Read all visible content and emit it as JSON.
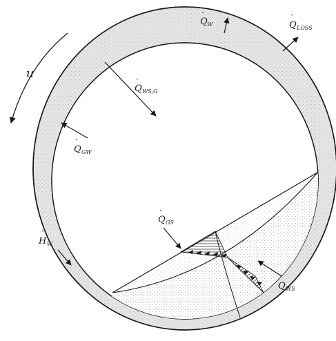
{
  "labels": {
    "u": "u",
    "q_w": {
      "main": "Q",
      "sub": "W"
    },
    "q_loss": {
      "main": "Q",
      "sub": "LOSS"
    },
    "q_ws_g": {
      "main": "Q",
      "sub": "WS,G"
    },
    "q_gw": {
      "main": "Q",
      "sub": "GW"
    },
    "q_gs": {
      "main": "Q",
      "sub": "GS"
    },
    "h_w": {
      "main": "H",
      "sub": "W"
    },
    "q_ws": {
      "main": "Q",
      "sub": "WS"
    }
  },
  "colors": {
    "shell_fill": "#e2e2e2",
    "outline": "#1a1a1a",
    "bed_stipple": "#7a7a7a",
    "background": "#ffffff"
  }
}
